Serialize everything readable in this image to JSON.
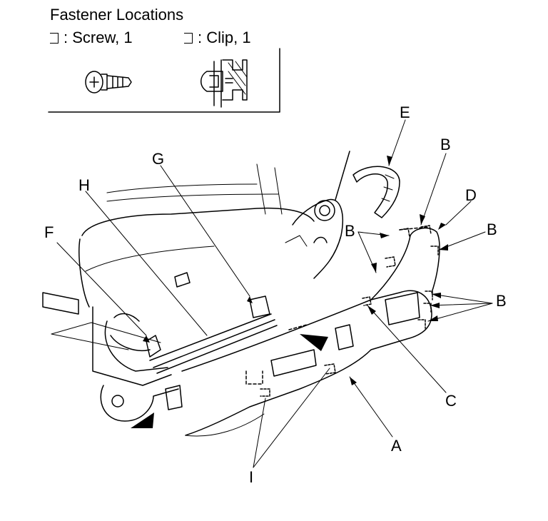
{
  "legend": {
    "title": "Fastener Locations",
    "items": [
      {
        "label": ": Screw, 1"
      },
      {
        "label": ": Clip, 1"
      }
    ]
  },
  "callouts": {
    "A": "A",
    "B": "B",
    "C": "C",
    "D": "D",
    "E": "E",
    "F": "F",
    "G": "G",
    "H": "H",
    "I": "I"
  }
}
